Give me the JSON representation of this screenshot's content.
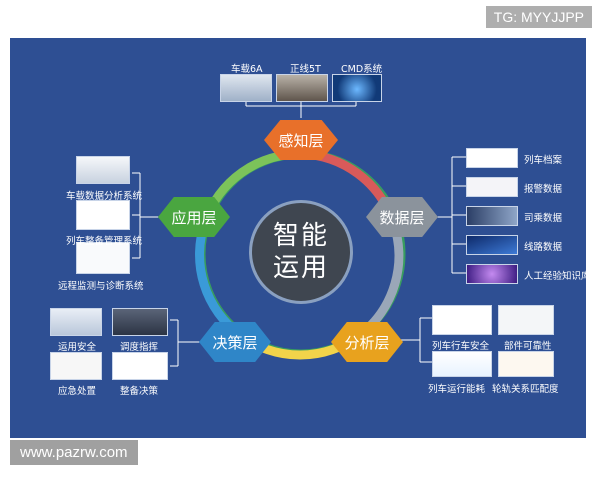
{
  "watermarks": {
    "top": "TG: MYYJJPP",
    "bottom": "www.pazrw.com"
  },
  "center": {
    "line1": "智能",
    "line2": "运用"
  },
  "layers": {
    "perception": "感知层",
    "data": "数据层",
    "analysis": "分析层",
    "decision": "决策层",
    "application": "应用层"
  },
  "perception_items": [
    "车载6A",
    "正线5T",
    "CMD系统"
  ],
  "data_items": [
    "列车档案",
    "报警数据",
    "司乘数据",
    "线路数据",
    "人工经验知识库"
  ],
  "analysis_items": [
    "列车行车安全",
    "部件可靠性",
    "列车运行能耗",
    "轮轨关系匹配度"
  ],
  "decision_items": [
    "运用安全",
    "调度指挥",
    "应急处置",
    "整备决策"
  ],
  "application_items": [
    "车载数据分析系统",
    "列车整备管理系统",
    "远程监测与诊断系统"
  ],
  "colors": {
    "panel": "#2e4f93",
    "perception": "#e8702a",
    "data": "#8b939c",
    "analysis": "#e8a21e",
    "decision": "#2f86c8",
    "application": "#4aa640"
  }
}
